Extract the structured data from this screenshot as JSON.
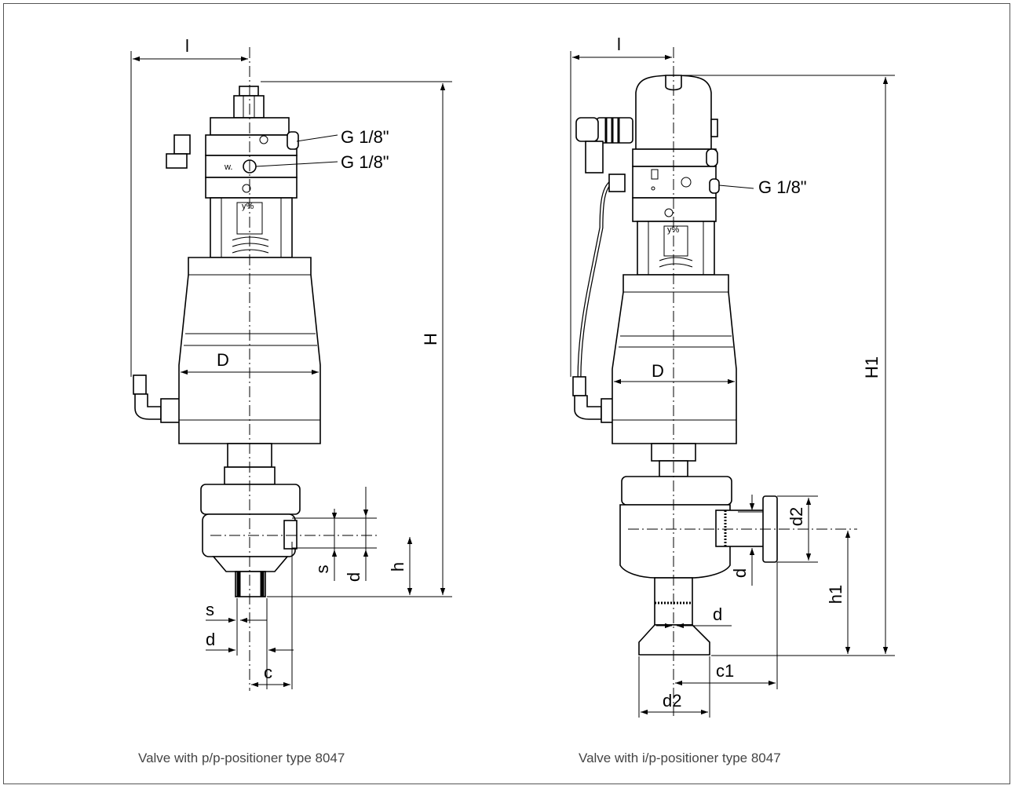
{
  "left_view": {
    "caption": "Valve with p/p-positioner type 8047",
    "labels": {
      "l": "l",
      "H": "H",
      "D": "D",
      "G1": "G 1/8\"",
      "G2": "G 1/8\"",
      "w": "w.",
      "s_side": "s",
      "d_side": "d",
      "h": "h",
      "s_bottom": "s",
      "d_bottom": "d",
      "c": "c",
      "y": "y%"
    }
  },
  "right_view": {
    "caption": "Valve with i/p-positioner type 8047",
    "labels": {
      "l": "l",
      "H1": "H1",
      "D": "D",
      "G": "G 1/8\"",
      "d2_side": "d2",
      "d_side": "d",
      "h1": "h1",
      "d_bottom": "d",
      "c1": "c1",
      "d2_bottom": "d2",
      "y": "y%"
    }
  }
}
